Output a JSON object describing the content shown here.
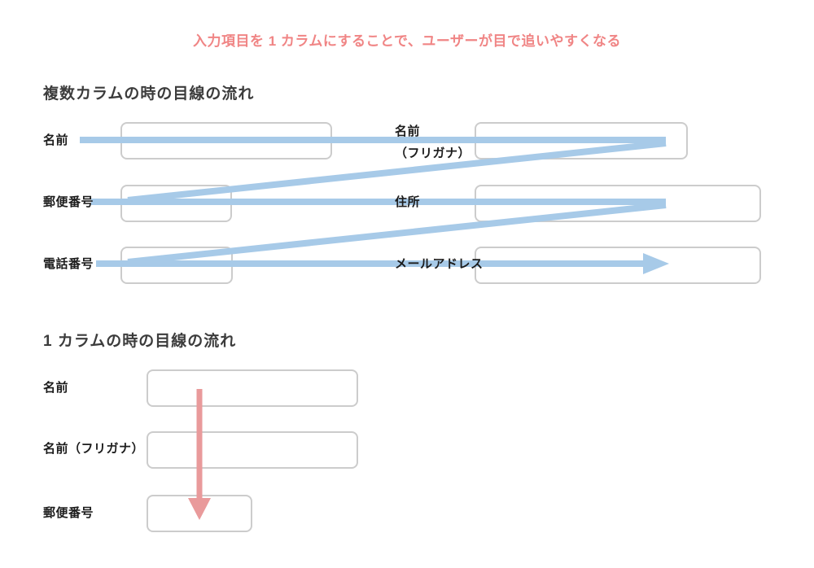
{
  "page_title": "入力項目を 1 カラムにすることで、ユーザーが目で追いやすくなる",
  "colors": {
    "title_text": "#f08585",
    "eye_flow_blue": "#a7cae8",
    "eye_flow_red": "#e99a9b",
    "heading_text": "#3c3c3c",
    "label_text": "#1c1c1c",
    "input_border": "#cccccc"
  },
  "multi_column_section": {
    "heading": "複数カラムの時の目線の流れ",
    "rows": [
      {
        "left_label": "名前",
        "left_value": "",
        "right_label_line1": "名前",
        "right_label_line2": "（フリガナ）",
        "right_value": ""
      },
      {
        "left_label": "郵便番号",
        "left_value": "",
        "right_label": "住所",
        "right_value": ""
      },
      {
        "left_label": "電話番号",
        "left_value": "",
        "right_label": "メールアドレス",
        "right_value": ""
      }
    ]
  },
  "single_column_section": {
    "heading": "1 カラムの時の目線の流れ",
    "rows": [
      {
        "label": "名前",
        "value": ""
      },
      {
        "label": "名前（フリガナ）",
        "value": ""
      },
      {
        "label": "郵便番号",
        "value": ""
      }
    ]
  }
}
